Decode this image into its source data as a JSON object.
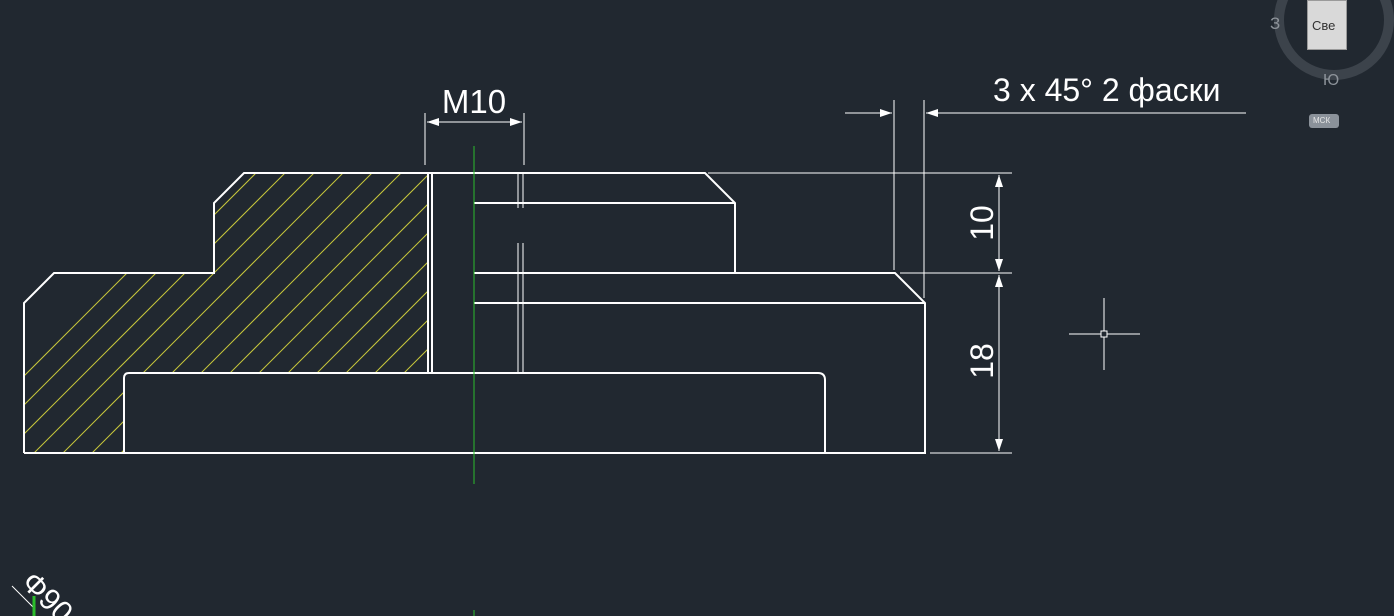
{
  "app": {
    "background_color": "#212830",
    "geometry_color": "#ffffff",
    "hatch_color": "#c8c83c",
    "centerline_color": "#2bbd2b"
  },
  "drawing": {
    "thread_callout": "M10",
    "chamfer_note": "3 x 45° 2 фаски",
    "dimension_upper": "10",
    "dimension_lower": "18",
    "diameter_fragment": "Φ90"
  },
  "viewcube": {
    "face_label": "Све",
    "compass_east": "З",
    "compass_south": "Ю",
    "ucs_label": "МСК"
  },
  "cursor": {
    "type": "crosshair-pickbox"
  }
}
